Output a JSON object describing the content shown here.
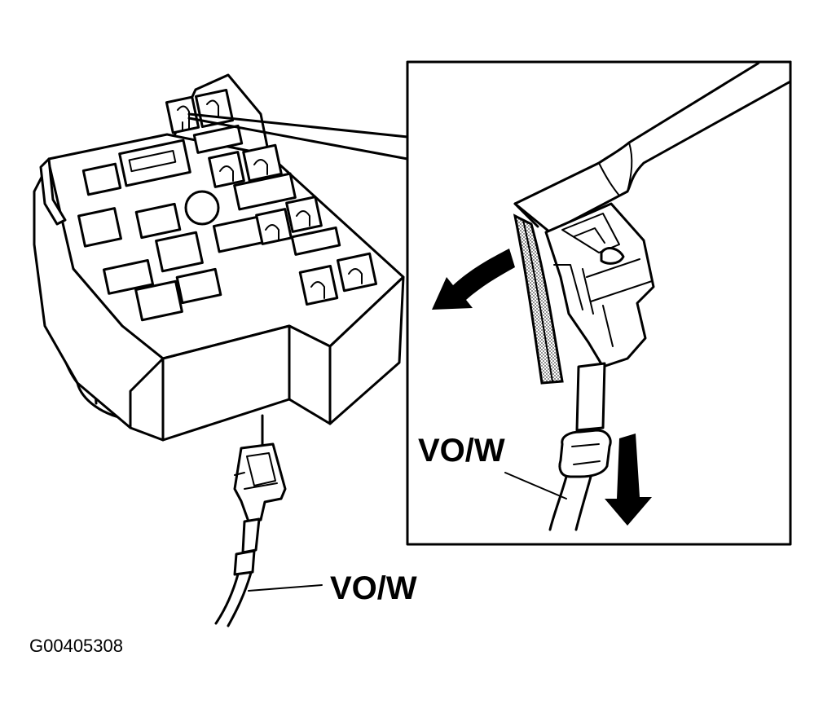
{
  "labels": {
    "wire_color_main": "VO/W",
    "wire_color_detail": "VO/W",
    "figure_code": "G00405308"
  },
  "colors": {
    "line": "#000000",
    "background": "#ffffff",
    "clip_texture": "#555555"
  },
  "icons": {
    "pull_arrow_left": "arrow-left-icon",
    "pull_arrow_down": "arrow-down-icon"
  }
}
